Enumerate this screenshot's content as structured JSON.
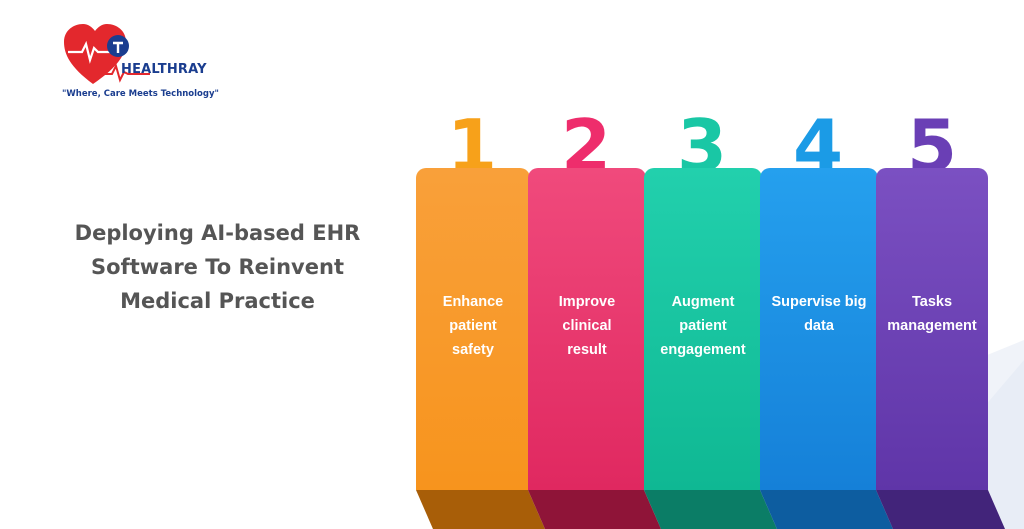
{
  "brand": {
    "name": "HEALTHRAY",
    "tagline": "\"Where, Care Meets Technology\""
  },
  "headline": {
    "line1": "Deploying AI-based EHR",
    "line2": "Software To Reinvent",
    "line3": "Medical Practice"
  },
  "steps": [
    {
      "number": "1",
      "label_line1": "Enhance patient",
      "label_line2": "safety",
      "color": "#f7941d",
      "number_color": "#f7a11a"
    },
    {
      "number": "2",
      "label_line1": "Improve clinical",
      "label_line2": "result",
      "color": "#e8336b",
      "number_color": "#ee2d6c"
    },
    {
      "number": "3",
      "label_line1": "Augment patient",
      "label_line2": "engagement",
      "color": "#17c6a3",
      "number_color": "#19c7a5"
    },
    {
      "number": "4",
      "label_line1": "Supervise big",
      "label_line2": "data",
      "color": "#1a8fe3",
      "number_color": "#1b9be6"
    },
    {
      "number": "5",
      "label_line1": "Tasks",
      "label_line2": "management",
      "color": "#7042b8",
      "number_color": "#6a3fb5"
    }
  ]
}
